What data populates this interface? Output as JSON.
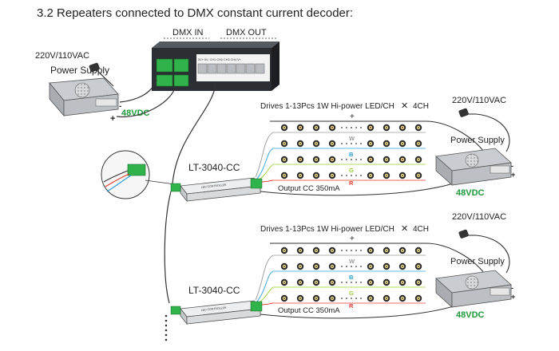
{
  "heading": "3.2 Repeaters connected to DMX constant current decoder:",
  "dmx_unit": {
    "in_label": "DMX IN",
    "out_label": "DMX OUT"
  },
  "input_supply": {
    "voltage_label": "220V/110VAC",
    "name": "Power Supply",
    "output_label": "48VDC",
    "neg": "-",
    "pos": "+"
  },
  "branches": [
    {
      "drives_label": "Drives 1-13Pcs  1W  Hi-power  LED/CH",
      "multiplier": "✕",
      "channels": "4CH",
      "plus": "+",
      "controller_model": "LT-3040-CC",
      "controller_text": "LED CONTROLLER",
      "output_label": "Output  CC  350mA",
      "supply_voltage": "220V/110VAC",
      "supply_name": "Power Supply",
      "supply_output": "48VDC",
      "neg": "-",
      "pos": "+"
    },
    {
      "drives_label": "Drives 1-13Pcs  1W  Hi-power  LED/CH",
      "multiplier": "✕",
      "channels": "4CH",
      "plus": "+",
      "controller_model": "LT-3040-CC",
      "controller_text": "LED CONTROLLER",
      "output_label": "Output  CC  350mA",
      "supply_voltage": "220V/110VAC",
      "supply_name": "Power Supply",
      "supply_output": "48VDC",
      "neg": "-",
      "pos": "+"
    }
  ],
  "channel_letters": [
    "W",
    "B",
    "G",
    "R"
  ],
  "colors": {
    "W": "#9a9a9a",
    "B": "#2f9fd9",
    "G": "#9acd32",
    "R": "#e23b2e",
    "accent_green": "#1f9a3a",
    "terminal_green": "#2fb34a",
    "device_dark": "#2b2e33"
  }
}
